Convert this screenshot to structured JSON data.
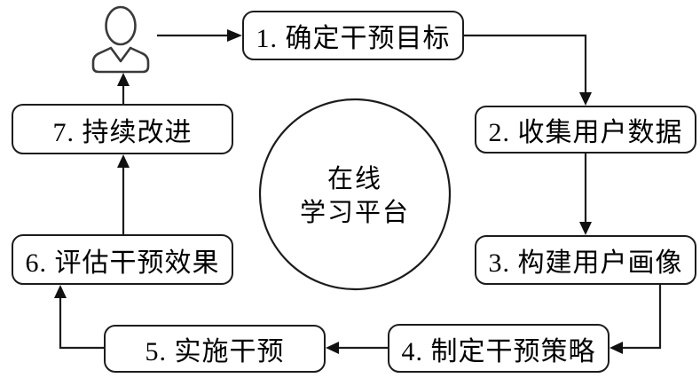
{
  "diagram": {
    "center_circle": {
      "line1": "在线",
      "line2": "学习平台"
    },
    "steps": [
      {
        "label": "1. 确定干预目标"
      },
      {
        "label": "2. 收集用户数据"
      },
      {
        "label": "3. 构建用户画像"
      },
      {
        "label": "4. 制定干预策略"
      },
      {
        "label": "5. 实施干预"
      },
      {
        "label": "6. 评估干预效果"
      },
      {
        "label": "7. 持续改进"
      }
    ],
    "actor_icon": "user-icon",
    "colors": {
      "stroke": "#1c1c1c",
      "icon_stroke": "#3a3a3a",
      "background": "#ffffff",
      "text": "#000000"
    }
  }
}
